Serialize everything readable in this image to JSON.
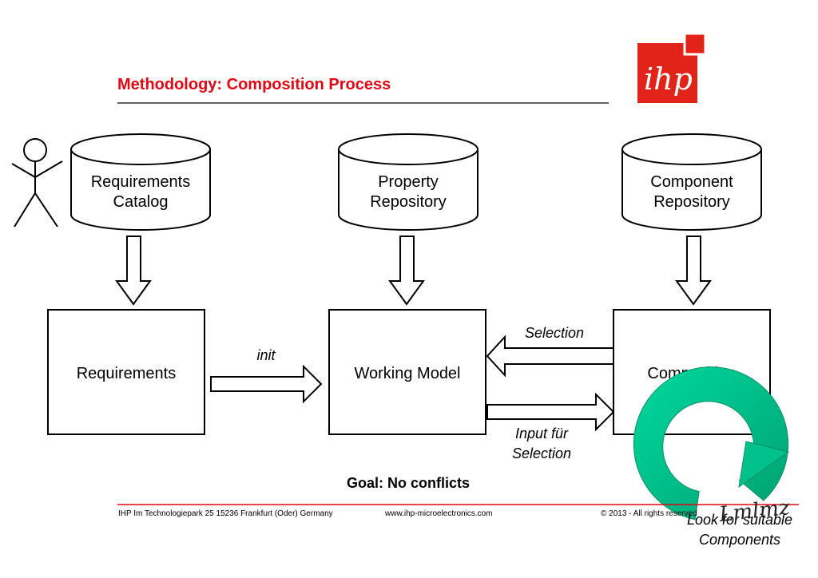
{
  "header": {
    "title": "Methodology: Composition Process",
    "title_color": "#e30613",
    "logo_text": "ihp",
    "logo_color": "#e2231a"
  },
  "diagram": {
    "repositories": {
      "requirements_catalog": [
        "Requirements",
        "Catalog"
      ],
      "property_repository": [
        "Property",
        "Repository"
      ],
      "component_repository": [
        "Component",
        "Repository"
      ]
    },
    "boxes": {
      "requirements": "Requirements",
      "working_model": "Working Model",
      "composition": "Composition"
    },
    "edges": {
      "init": "init",
      "selection": "Selection",
      "input_fuer_selection": [
        "Input für",
        "Selection"
      ]
    },
    "goal": "Goal: No conflicts",
    "loop_label": [
      "Look for suitable",
      "Components"
    ],
    "loop_color": "#00c08b"
  },
  "footer": {
    "address": "IHP  Im Technologiepark 25  15236 Frankfurt (Oder) Germany",
    "website": "www.ihp-microelectronics.com",
    "copyright": "© 2013 - All rights reserved",
    "line_color": "#e30613"
  },
  "watermark": "Lmlmz"
}
